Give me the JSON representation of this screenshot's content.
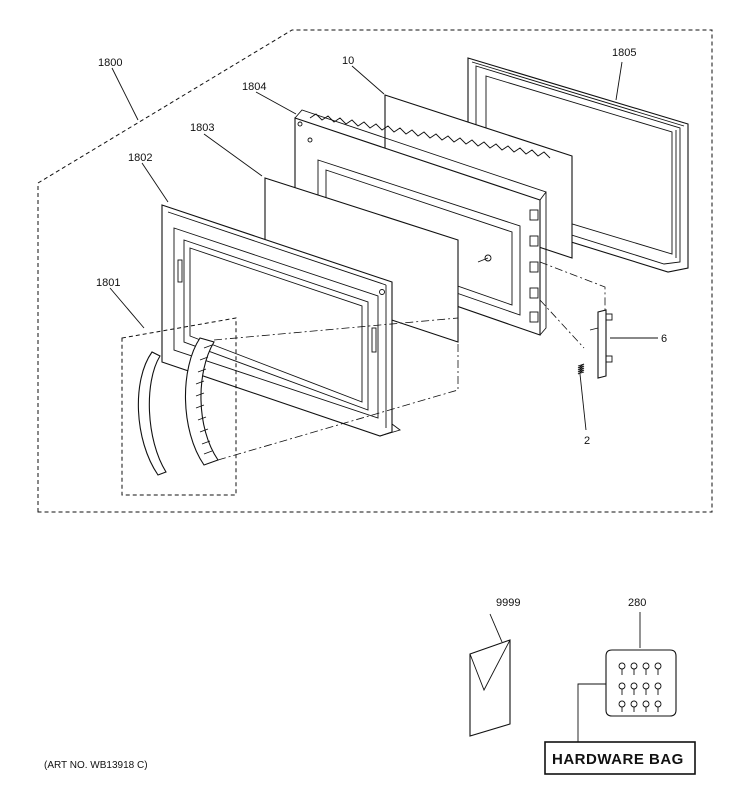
{
  "diagram": {
    "callouts": {
      "c1800": "1800",
      "c10": "10",
      "c1805": "1805",
      "c1804": "1804",
      "c1803": "1803",
      "c1802": "1802",
      "c1801": "1801",
      "c6": "6",
      "c2": "2",
      "c9999": "9999",
      "c280": "280"
    },
    "hardware_bag_label": "HARDWARE BAG",
    "art_number": "(ART NO. WB13918 C)"
  }
}
